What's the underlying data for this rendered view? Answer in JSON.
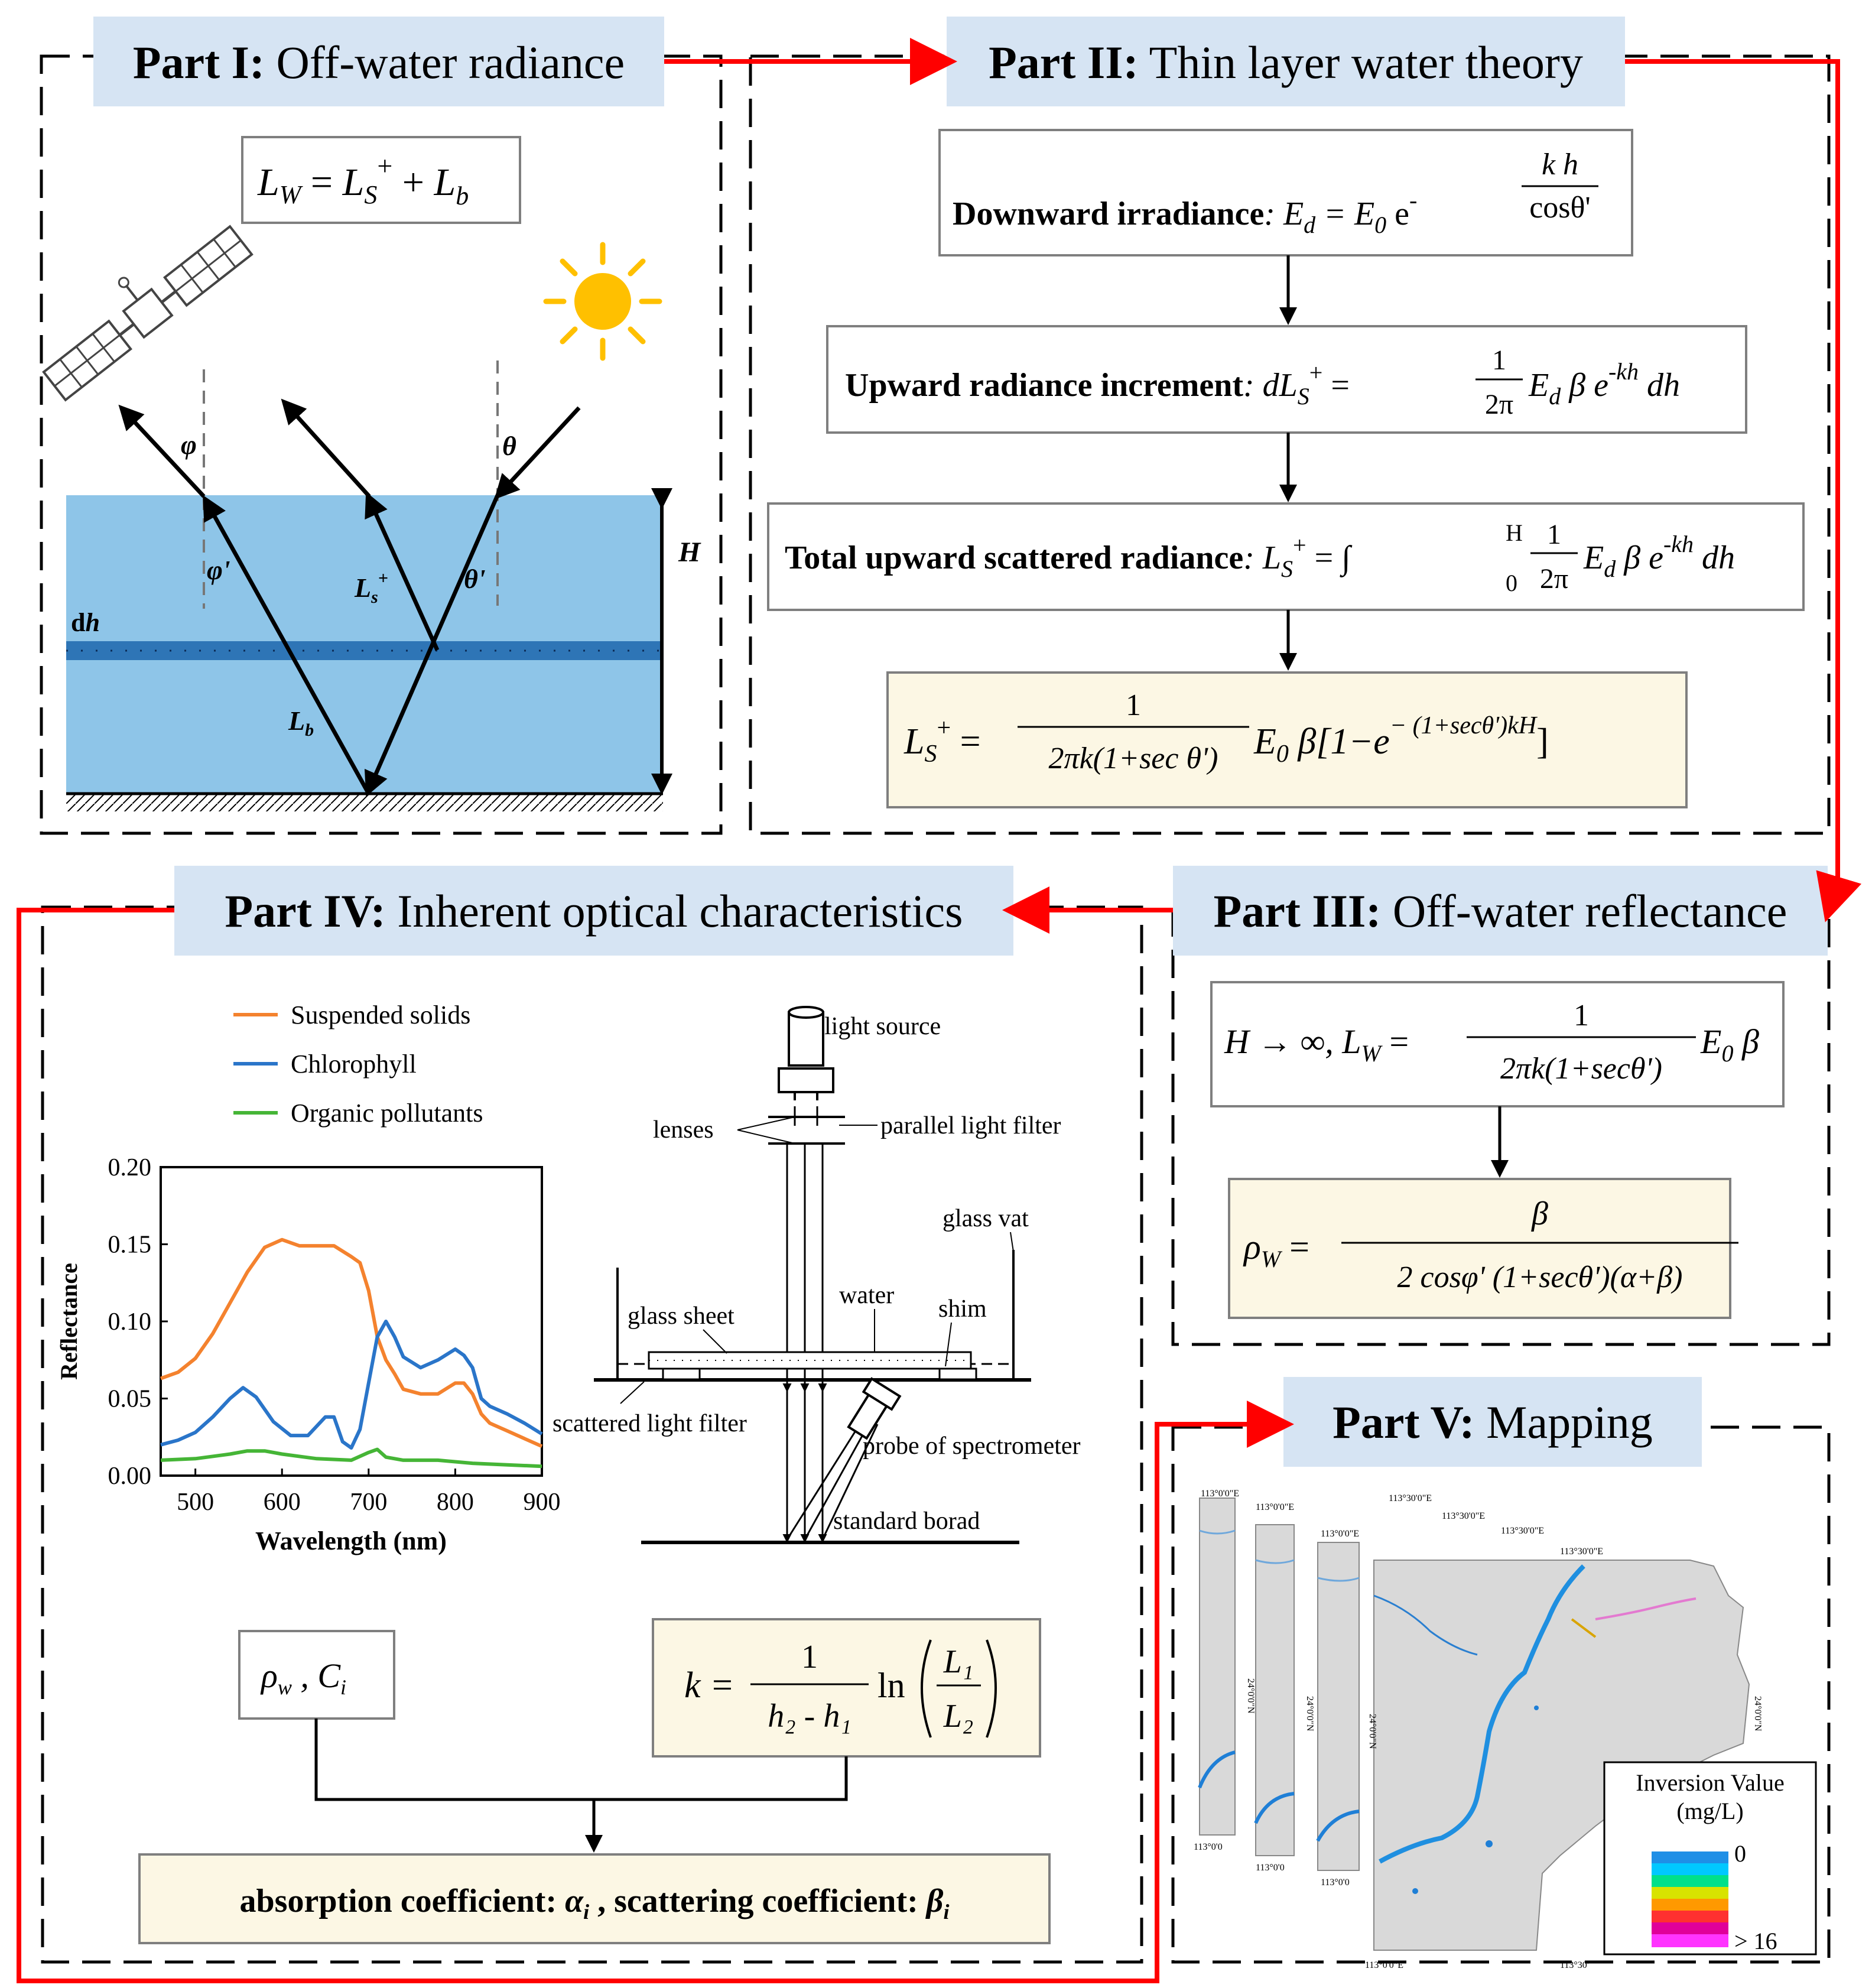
{
  "colors": {
    "title_bg": "#d6e4f3",
    "formula_bg": "#fcf7e4",
    "water": "#8ec5e8",
    "layer": "#2e75b6",
    "arrow_red": "#ff0000",
    "curve_orange": "#f4822e",
    "curve_blue": "#2a75c9",
    "curve_green": "#45b536"
  },
  "part1": {
    "title_bold": "Part I:",
    "title_rest": "Off-water radiance",
    "formula": {
      "L1": "L",
      "w": "W",
      "eq": " = ",
      "L2": "L",
      "s": "S",
      "plus_sup": "+",
      "plus": " + ",
      "L3": "L",
      "b": "b"
    },
    "labels": {
      "phi": "φ",
      "phi_prime": "φ'",
      "theta": "θ",
      "theta_prime": "θ'",
      "ls": "L",
      "ls_sub": "s",
      "ls_sup": "+",
      "lb": "L",
      "lb_sub": "b",
      "dh_d": "d",
      "dh_h": "h",
      "H": "H"
    },
    "icons": [
      "satellite-icon",
      "sun-icon"
    ]
  },
  "part2": {
    "title_bold": "Part II:",
    "title_rest": "Thin layer water theory",
    "box1": {
      "label": "Downward irradiance",
      "eq": ": E",
      "d": "d",
      "mid": " = E",
      "zero": "0",
      "e": " e",
      "exp_dash": "-",
      "num": "k h",
      "den": "cosθ'"
    },
    "box2": {
      "label": "Upward radiance increment",
      "colon": ": dL",
      "s": "S",
      "sup": "+",
      "eq": " = ",
      "num": "1",
      "den": "2π",
      "ed": "E",
      "d": "d",
      "rest": " β e",
      "exp": "-kh",
      "dh": " dh"
    },
    "box3": {
      "label": "Total upward scattered radiance",
      "colon": ": L",
      "s": "S",
      "sup": "+",
      "eq": " = ∫",
      "upper": "H",
      "lower": "0",
      "num": "1",
      "den": "2π",
      "ed": "E",
      "d": "d",
      "rest": " β e",
      "exp": "-kh",
      "dh": " dh"
    },
    "box4": {
      "L": "L",
      "s": "S",
      "sup": "+",
      "eq": " = ",
      "num": "1",
      "den": "2πk(1+sec θ')",
      "e0": "E",
      "zero": "0",
      "rest": " β[1−e",
      "exp": "− (1+secθ')kH",
      "close": "]"
    }
  },
  "part3": {
    "title_bold": "Part III:",
    "title_rest": "Off-water reflectance",
    "box1": {
      "lhs": "H → ∞, L",
      "w": "W",
      "eq": " = ",
      "num": "1",
      "den": "2πk(1+secθ')",
      "e0": "E",
      "zero": "0",
      "beta": " β"
    },
    "box2": {
      "rho": "ρ",
      "w": "W",
      "eq": " = ",
      "num": "β",
      "den": "2 cosφ' (1+secθ')(α+β)"
    }
  },
  "part4": {
    "title_bold": "Part IV:",
    "title_rest": "Inherent  optical characteristics",
    "inputs": {
      "rho": "ρ",
      "w": "w",
      "sep": " ,  C",
      "i": "i"
    },
    "k_formula": {
      "k": "k = ",
      "num": "1",
      "den": "h₂ - h₁",
      "ln": "ln",
      "frac_num": "L₁",
      "frac_den": "L₂"
    },
    "output": {
      "a": "absorption coefficient: ",
      "alpha": "α",
      "ai": "i",
      "mid": " , scattering coefficient: ",
      "beta": "β",
      "bi": "i"
    },
    "apparatus": [
      "light source",
      "lenses",
      "parallel light filter",
      "glass vat",
      "water",
      "glass sheet",
      "shim",
      "scattered light filter",
      "probe of spectrometer",
      "standard borad"
    ]
  },
  "part5": {
    "title_bold": "Part V:",
    "title_rest": "Mapping",
    "legend_title_1": "Inversion Value",
    "legend_title_2": "(mg/L)",
    "legend_min": "0",
    "legend_max": "> 16",
    "coords": {
      "lon1": "113°0'0\"E",
      "lon2": "113°30'0\"E",
      "lat": "24°0'0\"N",
      "lon_short": "113°0'0",
      "lon_short2": "113°30'"
    }
  },
  "chart_data": {
    "type": "line",
    "xlabel": "Wavelength (nm)",
    "ylabel": "Reflectance",
    "xlim": [
      460,
      900
    ],
    "ylim": [
      0,
      0.2
    ],
    "x_ticks": [
      "500",
      "600",
      "700",
      "800",
      "900"
    ],
    "x_tick_values": [
      500,
      600,
      700,
      800,
      900
    ],
    "y_ticks": [
      "0.00",
      "0.05",
      "0.10",
      "0.15",
      "0.20"
    ],
    "y_tick_values": [
      0,
      0.05,
      0.1,
      0.15,
      0.2
    ],
    "legend_position": "top",
    "series": [
      {
        "name": "Suspended solids",
        "color": "#f4822e",
        "x": [
          460,
          480,
          500,
          520,
          540,
          560,
          580,
          600,
          620,
          640,
          660,
          680,
          690,
          700,
          710,
          720,
          730,
          740,
          760,
          780,
          800,
          810,
          820,
          830,
          840,
          860,
          880,
          900
        ],
        "y": [
          0.063,
          0.067,
          0.076,
          0.092,
          0.112,
          0.132,
          0.148,
          0.153,
          0.149,
          0.149,
          0.149,
          0.142,
          0.138,
          0.12,
          0.09,
          0.075,
          0.066,
          0.056,
          0.053,
          0.053,
          0.06,
          0.06,
          0.053,
          0.04,
          0.034,
          0.029,
          0.024,
          0.019
        ]
      },
      {
        "name": "Chlorophyll",
        "color": "#2a75c9",
        "x": [
          460,
          480,
          500,
          520,
          540,
          555,
          570,
          590,
          610,
          630,
          650,
          660,
          670,
          680,
          690,
          700,
          710,
          720,
          730,
          740,
          760,
          780,
          800,
          810,
          820,
          830,
          840,
          860,
          880,
          900
        ],
        "y": [
          0.02,
          0.023,
          0.028,
          0.038,
          0.05,
          0.057,
          0.051,
          0.035,
          0.026,
          0.026,
          0.038,
          0.038,
          0.022,
          0.018,
          0.03,
          0.06,
          0.09,
          0.1,
          0.09,
          0.077,
          0.07,
          0.075,
          0.082,
          0.078,
          0.07,
          0.05,
          0.045,
          0.04,
          0.034,
          0.027
        ]
      },
      {
        "name": "Organic pollutants",
        "color": "#45b536",
        "x": [
          460,
          500,
          540,
          560,
          580,
          600,
          640,
          680,
          700,
          710,
          720,
          740,
          780,
          820,
          860,
          900
        ],
        "y": [
          0.01,
          0.011,
          0.014,
          0.016,
          0.016,
          0.014,
          0.011,
          0.01,
          0.015,
          0.017,
          0.012,
          0.01,
          0.01,
          0.008,
          0.007,
          0.006
        ]
      }
    ]
  }
}
